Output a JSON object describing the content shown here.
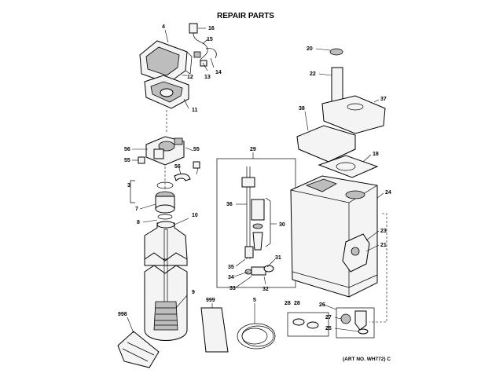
{
  "title": "REPAIR PARTS",
  "art_no": "(ART NO. WH772) C",
  "labels": {
    "l4": "4",
    "l16": "16",
    "l15": "15",
    "l12": "12",
    "l13": "13",
    "l14": "14",
    "l11": "11",
    "l56a": "56",
    "l55a": "55",
    "l55b": "55",
    "l56b": "56",
    "l3": "3",
    "l7": "7",
    "l8": "8",
    "l10": "10",
    "l9": "9",
    "l998": "998",
    "l999": "999",
    "l5": "5",
    "l29": "29",
    "l36": "36",
    "l30": "30",
    "l35": "35",
    "l31": "31",
    "l34": "34",
    "l33": "33",
    "l32": "32",
    "l20": "20",
    "l22": "22",
    "l38": "38",
    "l37": "37",
    "l18": "18",
    "l24": "24",
    "l23": "23",
    "l21": "21",
    "l28a": "28",
    "l28b": "28",
    "l26": "26",
    "l27": "27",
    "l25": "25"
  }
}
